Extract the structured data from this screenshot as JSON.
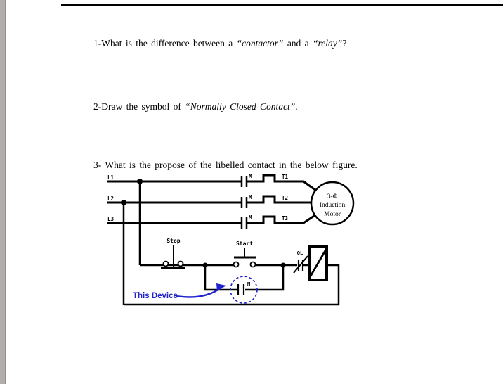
{
  "document": {
    "questions": {
      "q1": {
        "pre": "1-What is the difference between a ",
        "term1": "“contactor”",
        "mid": " and a ",
        "term2": "“relay”",
        "post": "?"
      },
      "q2": {
        "pre": "2-Draw the symbol of ",
        "term": "“Normally Closed Contact”",
        "post": "."
      },
      "q3": {
        "text": "3- What is the propose of the libelled contact in the below figure."
      }
    }
  },
  "circuit": {
    "line_labels": {
      "l1": "L1",
      "l2": "L2",
      "l3": "L3"
    },
    "terminal_labels": {
      "t1": "T1",
      "t2": "T2",
      "t3": "T3"
    },
    "contactor_labels": {
      "m1": "M",
      "m2": "M",
      "m3": "M",
      "seal_m": "M"
    },
    "overload_label": "OL",
    "stop_label": "Stop",
    "start_label": "Start",
    "motor": {
      "line1": "3-Φ",
      "line2": "Induction",
      "line3": "Motor"
    },
    "annotation": {
      "this_device": "This Device",
      "blue": "#2222cc"
    }
  }
}
